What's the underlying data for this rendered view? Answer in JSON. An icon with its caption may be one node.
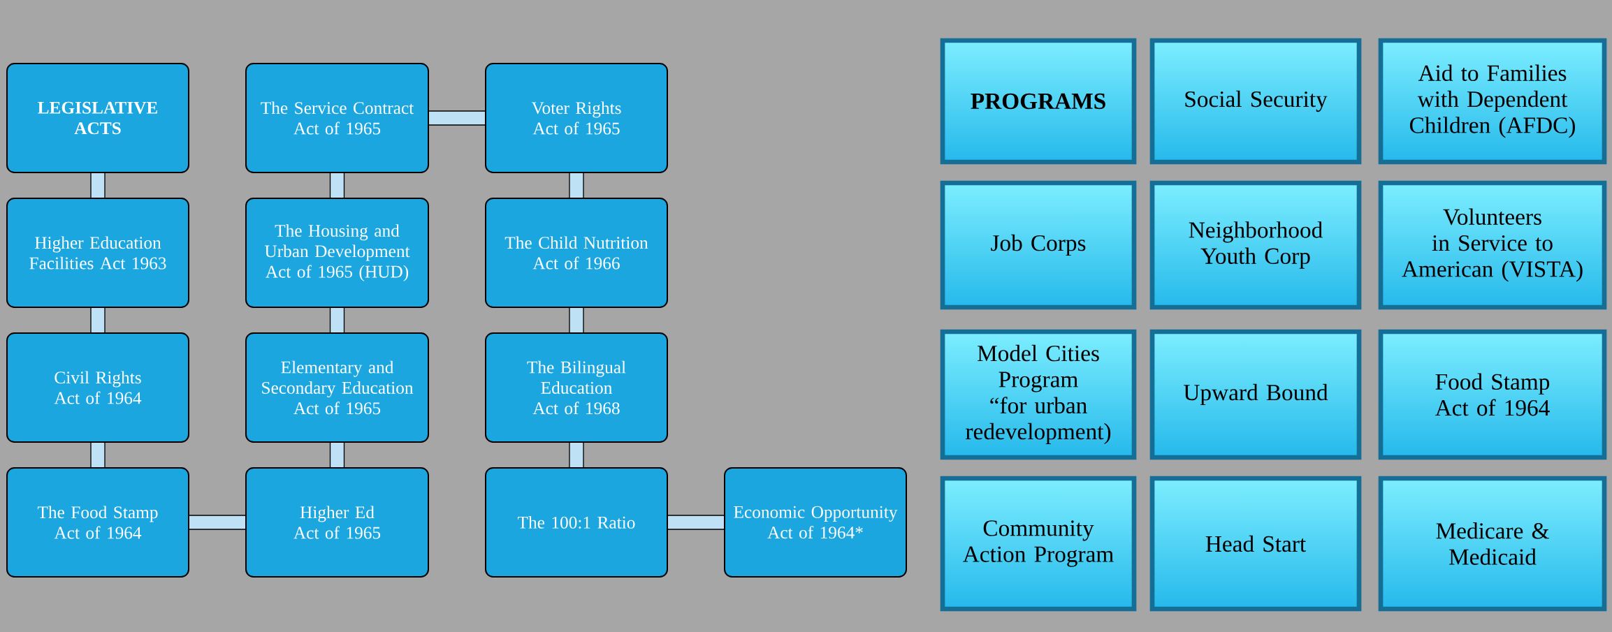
{
  "diagram": {
    "nodes": [
      {
        "text": [
          "LEGISLATIVE ACTS"
        ]
      },
      {
        "text": [
          "Higher Education Facilities Act 1963"
        ]
      },
      {
        "text": [
          "Civil Rights Act of 1964"
        ]
      },
      {
        "text": [
          "The Food Stamp Act of 1964"
        ]
      },
      {
        "text": [
          "The Service Contract Act of 1965"
        ]
      },
      {
        "text": [
          "The Housing and Urban Development Act of 1965 (HUD)"
        ]
      },
      {
        "text": [
          "Elementary and Secondary Education Act of 1965"
        ]
      },
      {
        "text": [
          "Higher Ed Act of 1965"
        ]
      },
      {
        "text": [
          "Voter Rights Act of 1965"
        ]
      },
      {
        "text": [
          "The Child Nutrition Act of 1966"
        ]
      },
      {
        "text": [
          "The Bilingual Education Act of 1968"
        ]
      },
      {
        "text": [
          "The 100:1 Ratio"
        ]
      },
      {
        "text": [
          "Economic Opportunity Act of 1964*"
        ]
      },
      {
        "text": [
          "PROGRAMS"
        ]
      },
      {
        "text": [
          "Social Security"
        ]
      },
      {
        "text": [
          "Aid to Families with Dependent Children (AFDC)"
        ]
      },
      {
        "text": [
          "Job Corps"
        ]
      },
      {
        "text": [
          "Neighborhood Youth Corp"
        ]
      },
      {
        "text": [
          "Volunteers in Service to American (VISTA)"
        ]
      },
      {
        "text": [
          "Model Cities Program “for urban redevelopment)"
        ]
      },
      {
        "text": [
          "Upward Bound"
        ]
      },
      {
        "text": [
          "Food Stamp Act of 1964"
        ]
      },
      {
        "text": [
          "Community Action Program"
        ]
      },
      {
        "text": [
          "Head Start"
        ]
      },
      {
        "text": [
          "Medicare & Medicaid"
        ]
      }
    ],
    "edges": [
      {
        "from": 0,
        "to": 1,
        "arrow": "none"
      },
      {
        "from": 1,
        "to": 2,
        "arrow": "none"
      },
      {
        "from": 2,
        "to": 3,
        "arrow": "none"
      },
      {
        "from": 3,
        "to": 7,
        "arrow": "none"
      },
      {
        "from": 7,
        "to": 6,
        "arrow": "none"
      },
      {
        "from": 6,
        "to": 5,
        "arrow": "none"
      },
      {
        "from": 5,
        "to": 4,
        "arrow": "none"
      },
      {
        "from": 4,
        "to": 8,
        "arrow": "none"
      },
      {
        "from": 8,
        "to": 9,
        "arrow": "none"
      },
      {
        "from": 9,
        "to": 10,
        "arrow": "none"
      },
      {
        "from": 10,
        "to": 11,
        "arrow": "none"
      },
      {
        "from": 11,
        "to": 12,
        "arrow": "none"
      }
    ]
  }
}
